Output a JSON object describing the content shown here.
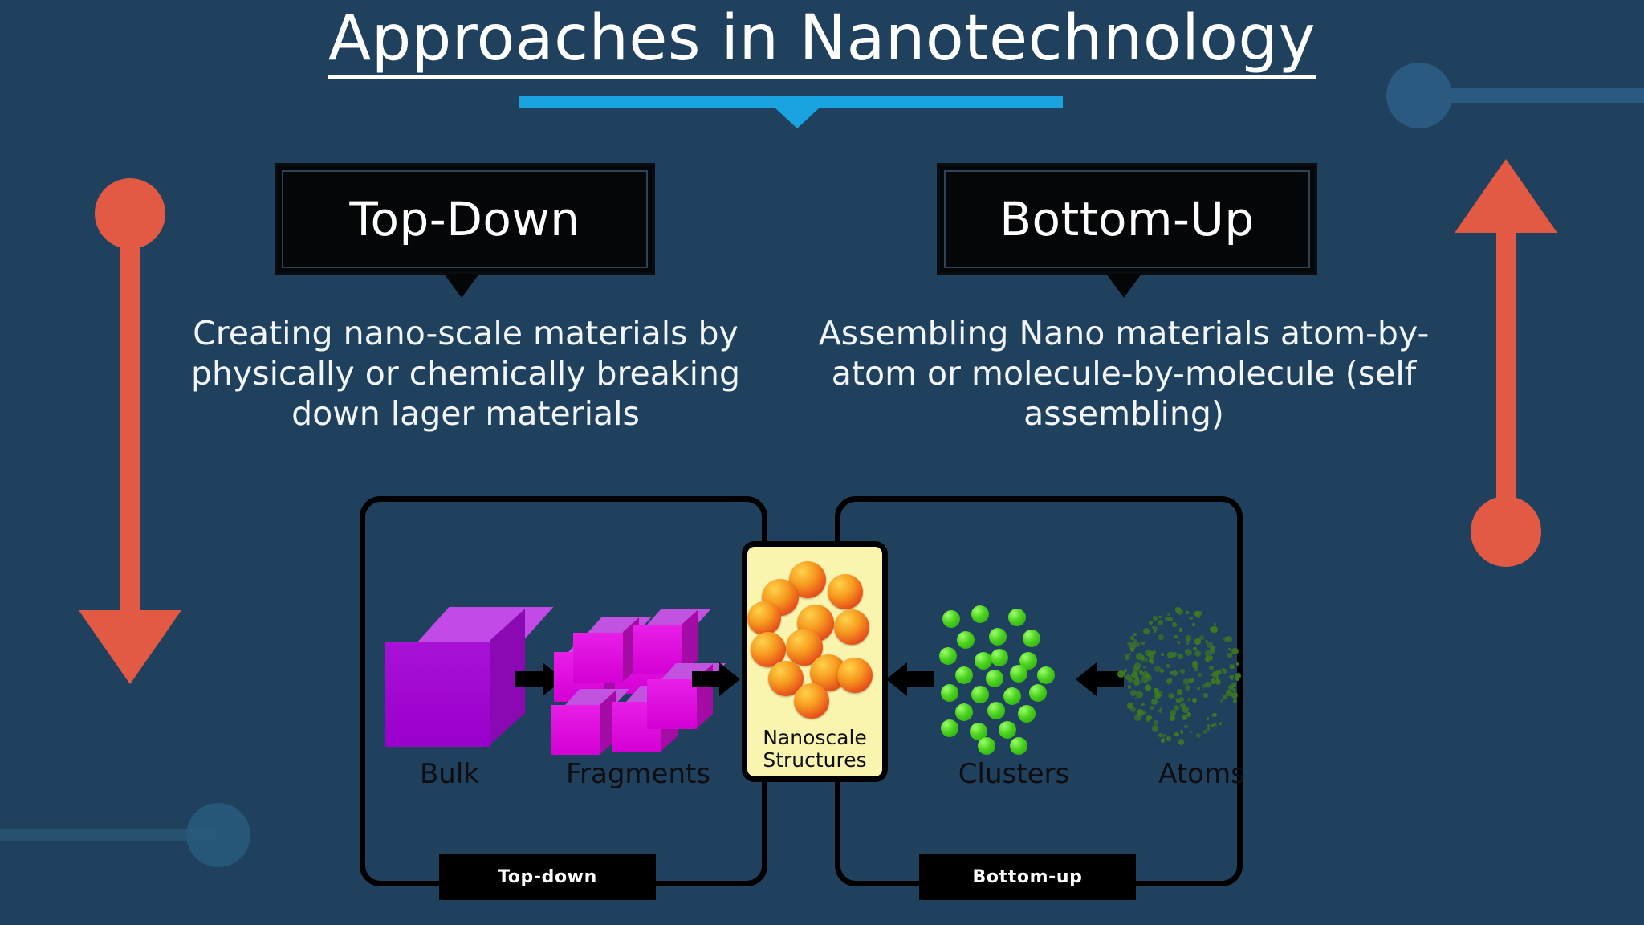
{
  "page": {
    "title": "Approaches in Nanotechnology",
    "background_color": "#20415e",
    "accent_color": "#19A3E0",
    "arrow_color": "#E25A43"
  },
  "columns": [
    {
      "id": "top-down",
      "header": "Top-Down",
      "description": "Creating nano-scale materials by physically or chemically breaking down lager materials"
    },
    {
      "id": "bottom-up",
      "header": "Bottom-Up",
      "description": "Assembling Nano materials atom-by-atom or molecule-by-molecule (self assembling)"
    }
  ],
  "diagram": {
    "nodes": {
      "bulk": "Bulk",
      "fragments": "Fragments",
      "nanoscale_line1": "Nanoscale",
      "nanoscale_line2": "Structures",
      "clusters": "Clusters",
      "atoms": "Atoms"
    },
    "tags": {
      "left": "Top-down",
      "right": "Bottom-up"
    },
    "colors": {
      "bulk_cube": "#9900CC",
      "fragment_cube": "#E81FE8",
      "nanoscale_box": "#FAF5AE",
      "nanoparticle": "#E8541A",
      "cluster_dot": "#4CD11F",
      "atom_dot": "#3E7A1E"
    }
  }
}
